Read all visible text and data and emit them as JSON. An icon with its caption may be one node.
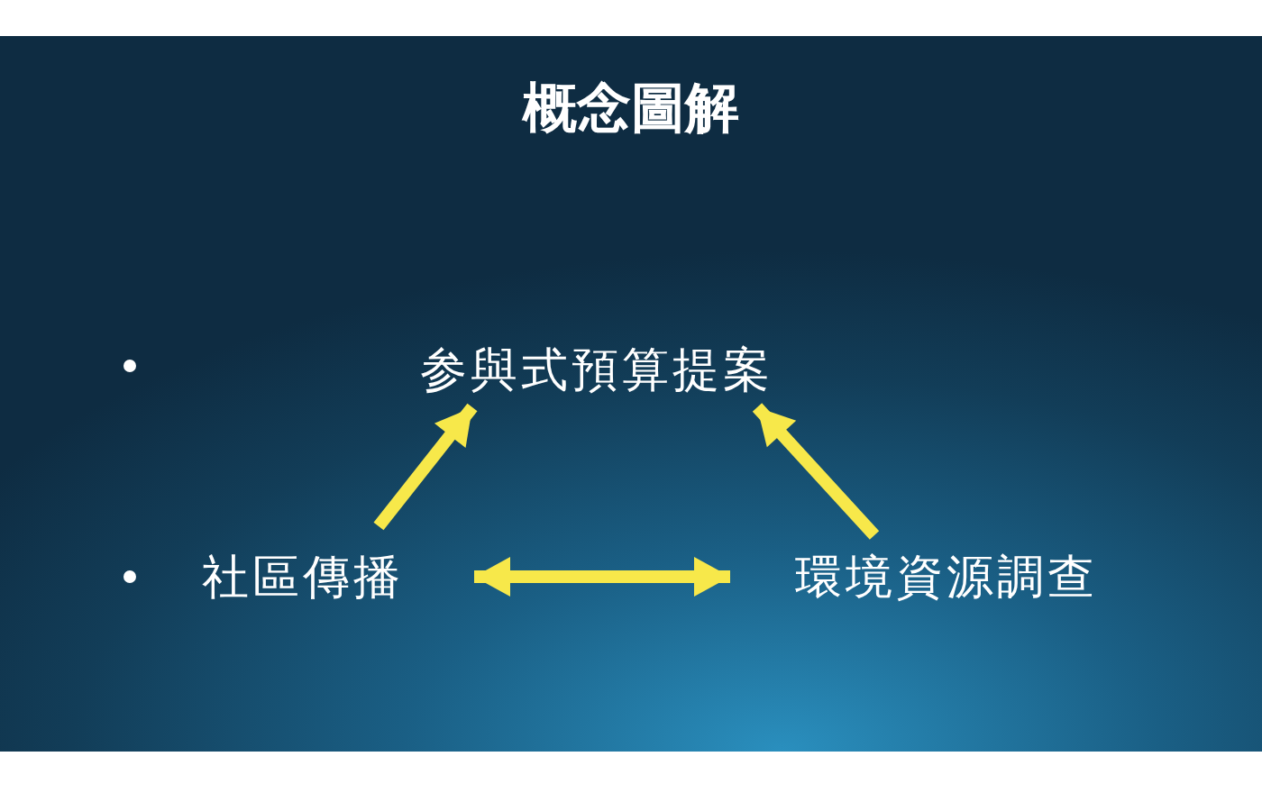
{
  "diagram": {
    "title": "概念圖解",
    "nodes": [
      {
        "text": [
          "参與式預算提案"
        ]
      },
      {
        "text": [
          "社區傳播"
        ]
      },
      {
        "text": [
          "環境資源調查"
        ]
      }
    ],
    "edges": [
      {
        "from": 1,
        "to": 0,
        "arrow": "to"
      },
      {
        "from": 2,
        "to": 0,
        "arrow": "to"
      },
      {
        "from": 1,
        "to": 2,
        "arrow": "both"
      }
    ]
  }
}
